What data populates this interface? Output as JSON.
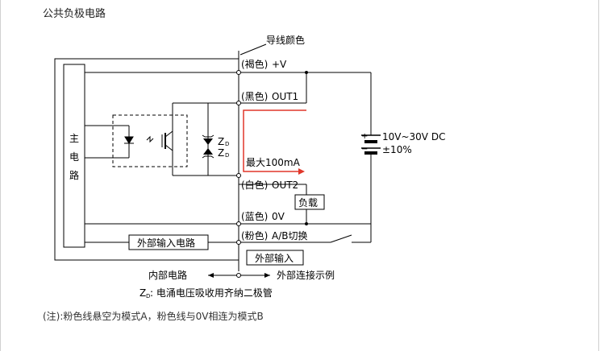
{
  "title": "公共负极电路",
  "wire_color_header": "导线颜色",
  "main_circuit_chars": [
    "主",
    "电",
    "路"
  ],
  "wires": [
    {
      "color": "(褐色)",
      "name": "+V"
    },
    {
      "color": "(黑色)",
      "name": "OUT1"
    },
    {
      "color": "(白色)",
      "name": "OUT2"
    },
    {
      "color": "(蓝色)",
      "name": "0V"
    },
    {
      "color": "(粉色)",
      "name": "A/B切换"
    }
  ],
  "zener_labels": [
    "Z",
    "Z"
  ],
  "zener_subscript": "D",
  "current_label": "最大100mA",
  "load_label": "负载",
  "power_supply": {
    "voltage": "10V~30V DC",
    "tolerance": "±10%",
    "plus": "+",
    "minus": "−"
  },
  "external_input_circuit": "外部输入电路",
  "external_input": "外部输入",
  "internal_circuit": "内部电路",
  "external_example": "外部连接示例",
  "zener_note_prefix": "Z",
  "zener_note_sub": "D",
  "zener_note_text": ": 电涌电压吸收用齐纳二极管",
  "footnote": "(注):粉色线悬空为模式A，粉色线与0V相连为模式B",
  "colors": {
    "line": "#000000",
    "arrow": "#e0372a",
    "border": "#d0d0d0"
  }
}
